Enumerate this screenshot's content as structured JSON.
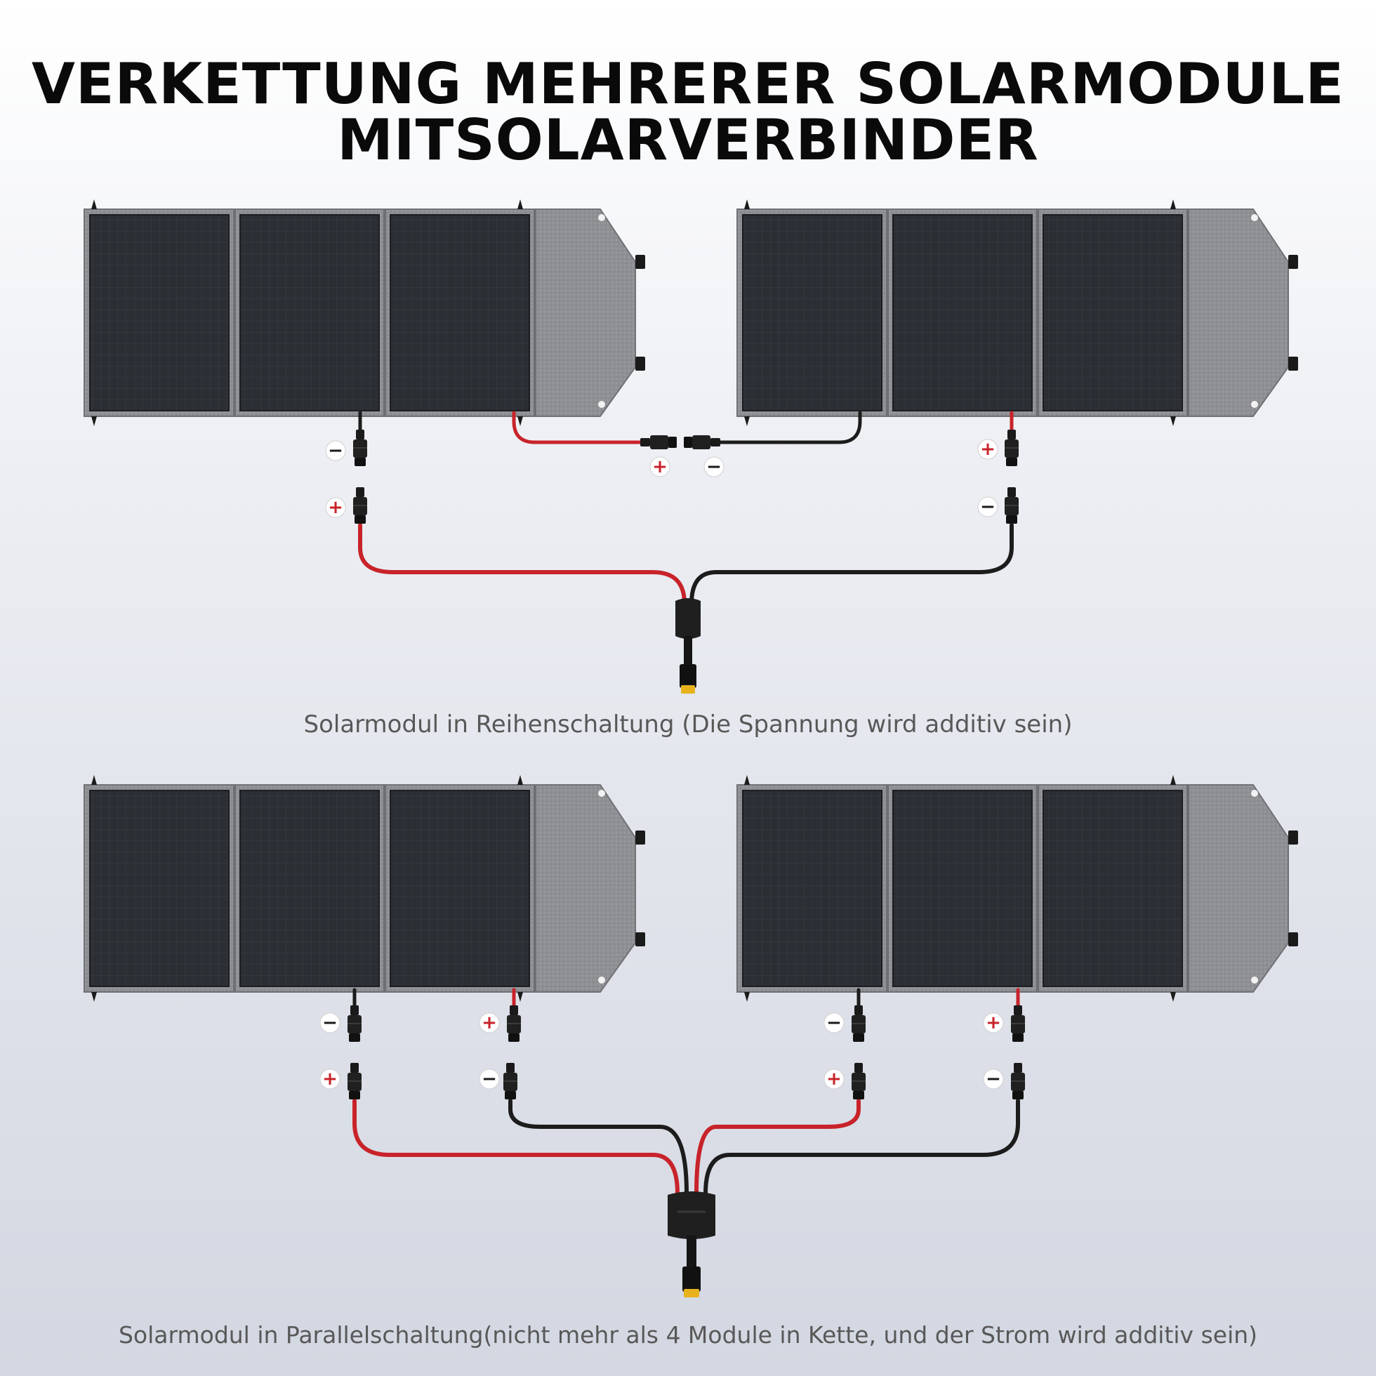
{
  "title": {
    "line1": "VERKETTUNG MEHRERER SOLARMODULE",
    "line2": "MITSOLARVERBINDER"
  },
  "captions": {
    "series": "Solarmodul in Reihenschaltung (Die Spannung wird additiv sein)",
    "parallel": "Solarmodul in Parallelschaltung(nicht mehr als 4 Module in Kette, und der Strom wird additiv sein)"
  },
  "symbols": {
    "plus": "+",
    "minus": "−"
  },
  "colors": {
    "cable_positive": "#c8232a",
    "cable_negative": "#1c1c1c",
    "panel_cell": "#2a2d31",
    "panel_fabric": "#8d8f93",
    "plus_sign": "#c8232a",
    "minus_sign": "#1a1a1a"
  }
}
